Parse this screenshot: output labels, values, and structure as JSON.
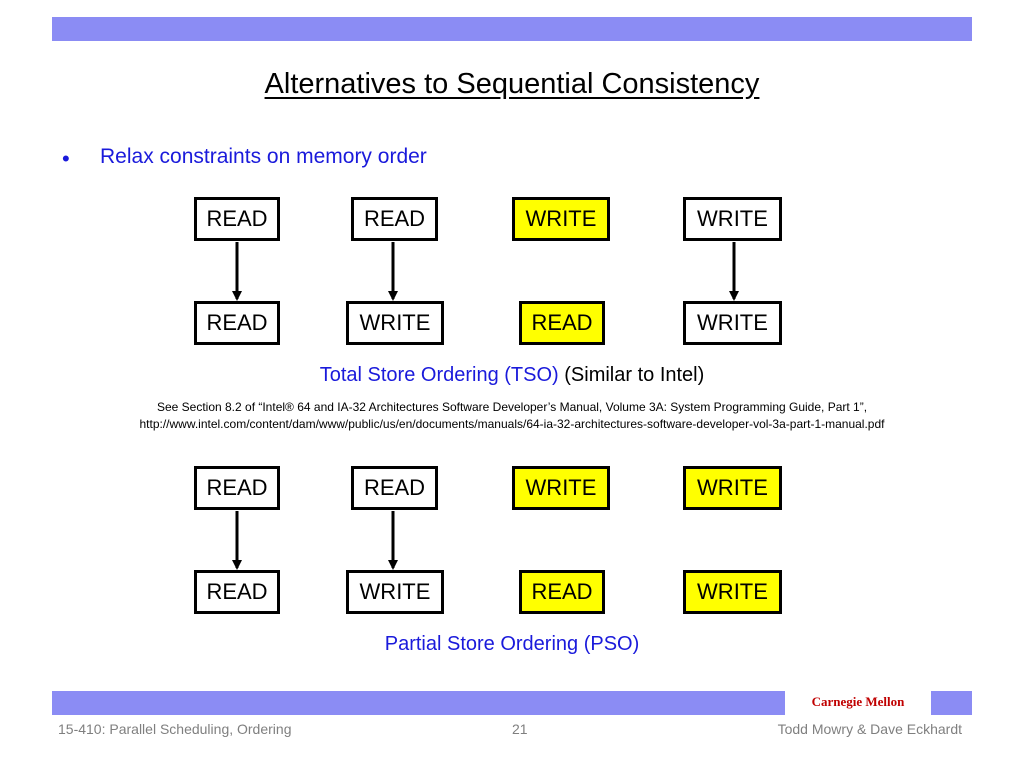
{
  "slide": {
    "title": "Alternatives to Sequential Consistency",
    "bullet": "Relax constraints on memory order"
  },
  "tso": {
    "top_row": [
      "READ",
      "READ",
      "WRITE",
      "WRITE"
    ],
    "bottom_row": [
      "READ",
      "WRITE",
      "READ",
      "WRITE"
    ],
    "caption_link": "Total Store Ordering (TSO)",
    "caption_rest": "(Similar to Intel)",
    "reference_line1": "See Section 8.2 of “Intel® 64 and IA-32 Architectures Software Developer’s Manual, Volume 3A: System Programming Guide, Part 1”,",
    "reference_line2": "http://www.intel.com/content/dam/www/public/us/en/documents/manuals/64-ia-32-architectures-software-developer-vol-3a-part-1-manual.pdf"
  },
  "pso": {
    "top_row": [
      "READ",
      "READ",
      "WRITE",
      "WRITE"
    ],
    "bottom_row": [
      "READ",
      "WRITE",
      "READ",
      "WRITE"
    ],
    "caption": "Partial Store Ordering (PSO)"
  },
  "footer": {
    "brand": "Carnegie Mellon",
    "course": "15-410: Parallel Scheduling, Ordering",
    "page": "21",
    "authors": "Todd Mowry & Dave Eckhardt"
  },
  "colors": {
    "bar": "#8b8cf4",
    "accent_text": "#1a1adb",
    "highlight": "#ffff00",
    "brand": "#c00000"
  }
}
